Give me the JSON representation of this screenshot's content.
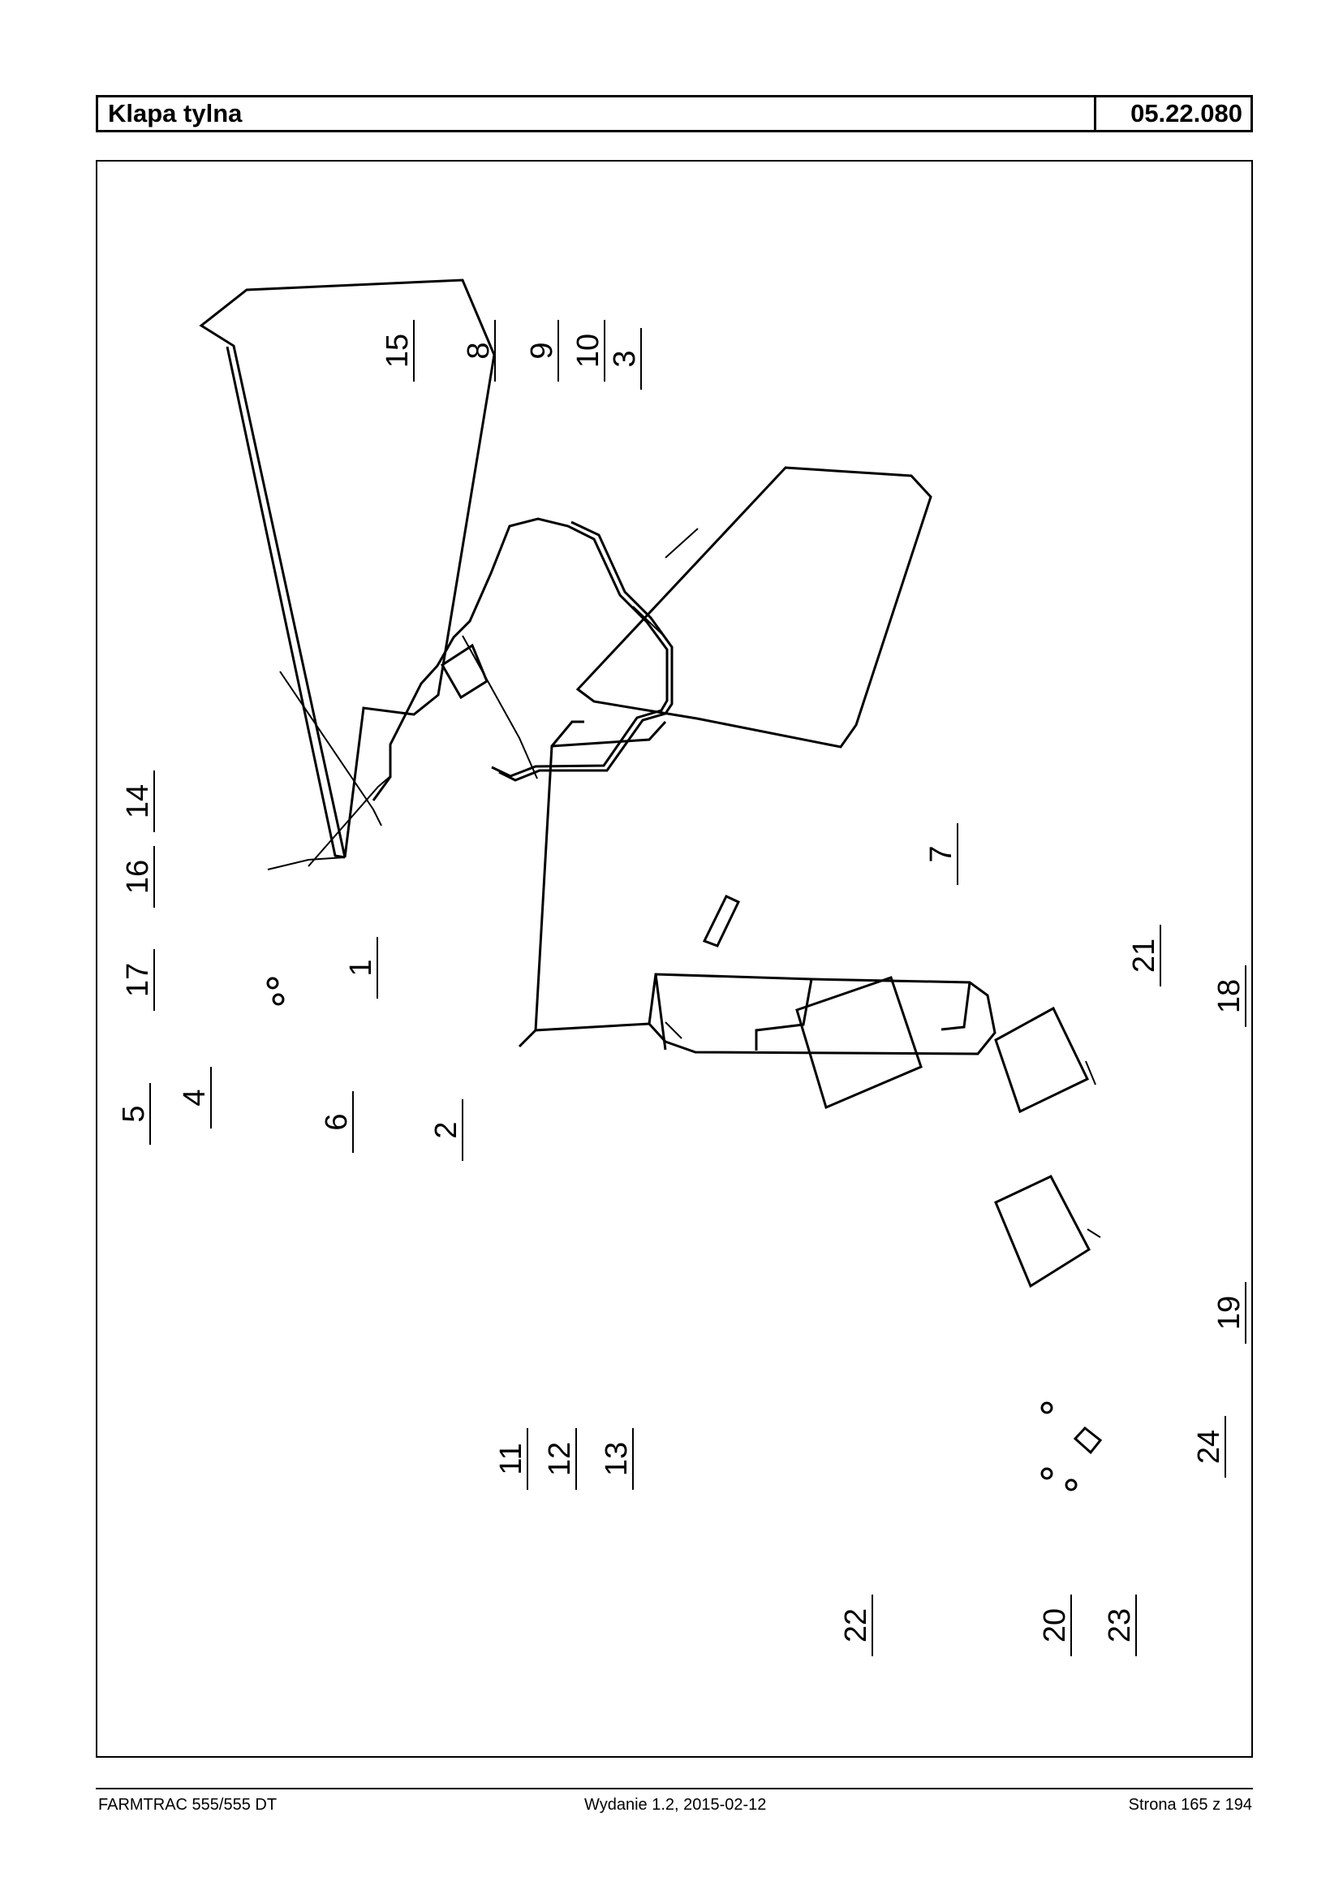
{
  "header": {
    "title": "Klapa tylna",
    "code": "05.22.080"
  },
  "diagram": {
    "callouts": [
      "1",
      "2",
      "3",
      "4",
      "5",
      "6",
      "7",
      "8",
      "9",
      "10",
      "11",
      "12",
      "13",
      "14",
      "15",
      "16",
      "17",
      "18",
      "19",
      "20",
      "21",
      "22",
      "23",
      "24"
    ]
  },
  "footer": {
    "left": "FARMTRAC 555/555 DT",
    "center": "Wydanie 1.2,  2015-02-12",
    "right": "Strona 165 z 194"
  }
}
